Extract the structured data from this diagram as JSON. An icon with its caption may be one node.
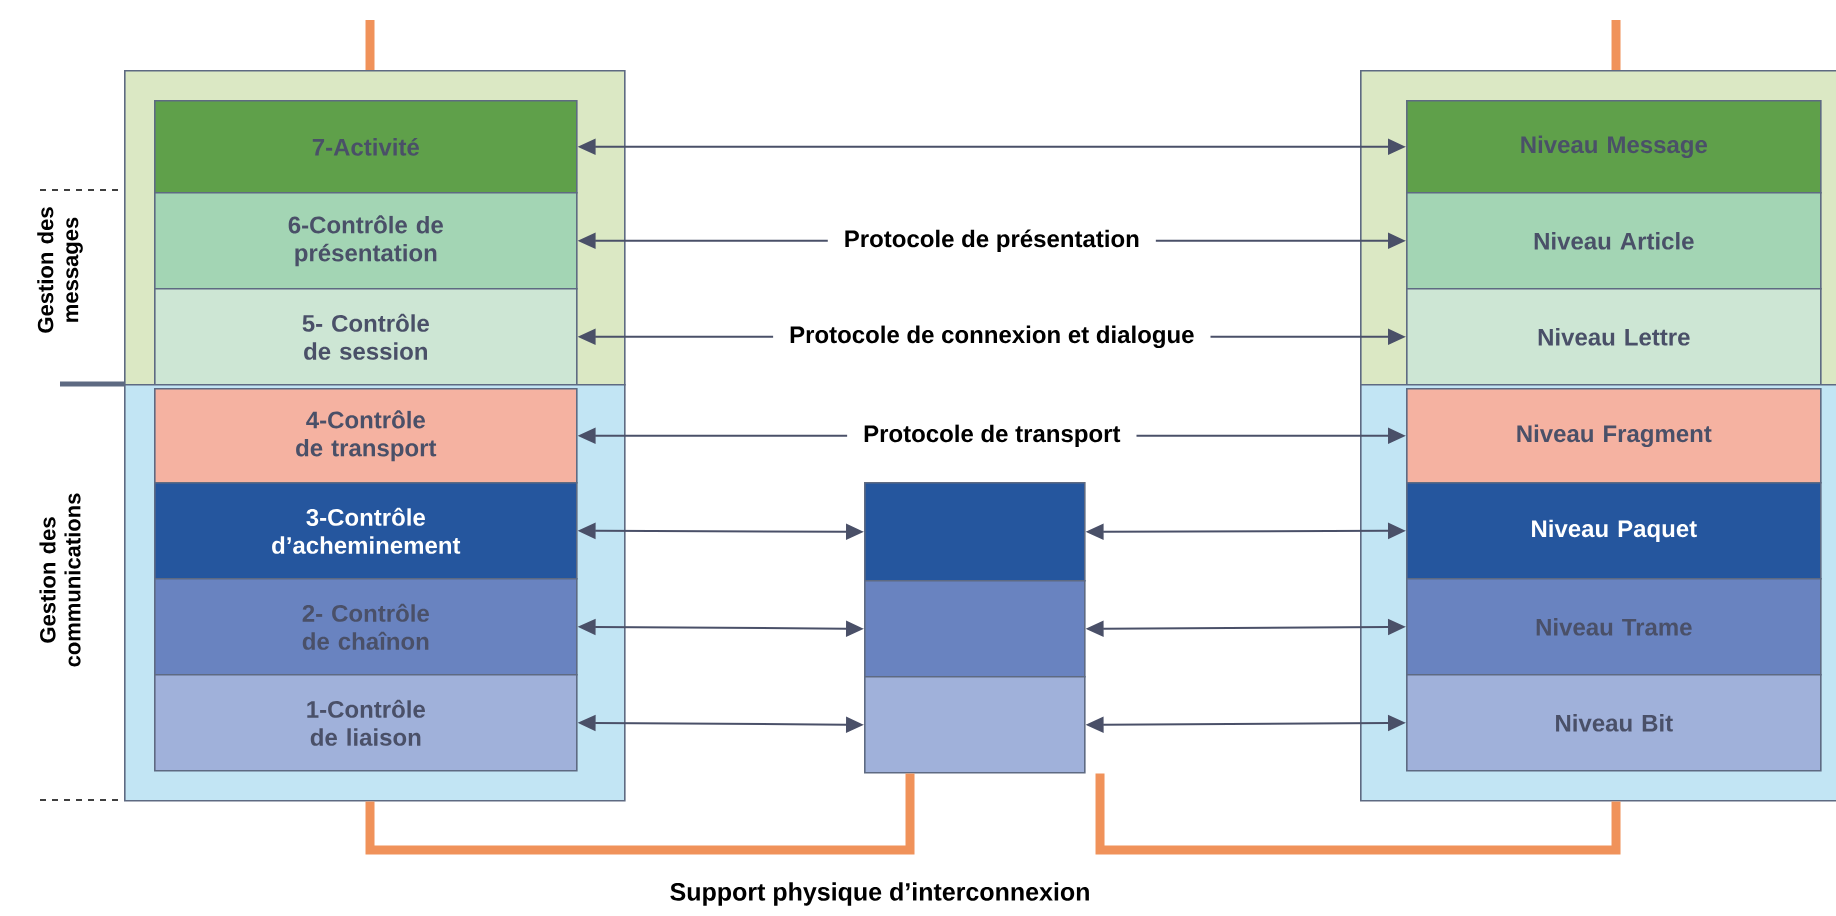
{
  "diagram": {
    "nodes": [
      {
        "text": [],
        "shape": "box"
      },
      {
        "text": [
          "7-Activité"
        ],
        "in": 0
      },
      {
        "text": [
          "6-Contrôle de présentation"
        ],
        "in": 0
      },
      {
        "text": [
          "5- Contrôle de session"
        ],
        "in": 0
      },
      {
        "text": [],
        "shape": "box"
      },
      {
        "text": [
          "4-Contrôle de transport"
        ],
        "in": 4
      },
      {
        "text": [
          "3-Contrôle d’acheminement"
        ],
        "in": 4
      },
      {
        "text": [
          "2- Contrôle de chaînon"
        ],
        "in": 4
      },
      {
        "text": [
          "1-Contrôle de liaison"
        ],
        "in": 4
      },
      {
        "text": [],
        "shape": "box"
      },
      {
        "text": [],
        "shape": "box"
      },
      {
        "text": [],
        "shape": "box"
      },
      {
        "text": [],
        "shape": "box"
      },
      {
        "text": [
          "Niveau Message"
        ],
        "in": 12
      },
      {
        "text": [
          "Niveau Article"
        ],
        "in": 12
      },
      {
        "text": [
          "Niveau Lettre"
        ],
        "in": 12
      },
      {
        "text": [],
        "shape": "box"
      },
      {
        "text": [
          "Niveau Fragment"
        ],
        "in": 16
      },
      {
        "text": [
          "Niveau Paquet"
        ],
        "in": 16
      },
      {
        "text": [
          "Niveau Trame"
        ],
        "in": 16
      },
      {
        "text": [
          "Niveau Bit"
        ],
        "in": 16
      }
    ],
    "edges": [
      {
        "from": 1,
        "to": 13,
        "arrow": "both"
      },
      {
        "from": 2,
        "to": 14,
        "arrow": "both",
        "label": "Protocole de présentation"
      },
      {
        "from": 3,
        "to": 15,
        "arrow": "both",
        "label": "Protocole de connexion et dialogue"
      },
      {
        "from": 5,
        "to": 17,
        "arrow": "both",
        "label": "Protocole de transport"
      },
      {
        "from": 6,
        "to": 9,
        "arrow": "both"
      },
      {
        "from": 9,
        "to": 18,
        "arrow": "both"
      },
      {
        "from": 7,
        "to": 10,
        "arrow": "both"
      },
      {
        "from": 10,
        "to": 19,
        "arrow": "both"
      },
      {
        "from": 8,
        "to": 11,
        "arrow": "both"
      },
      {
        "from": 11,
        "to": 20,
        "arrow": "both"
      },
      {
        "from": null,
        "to": 0,
        "arrow": "none",
        "style": "thick",
        "color": "#f0925a"
      },
      {
        "from": null,
        "to": 12,
        "arrow": "none",
        "style": "thick",
        "color": "#f0925a"
      },
      {
        "from": 4,
        "to": 11,
        "arrow": "none",
        "style": "thick",
        "color": "#f0925a"
      },
      {
        "from": 11,
        "to": 16,
        "arrow": "none",
        "style": "thick",
        "color": "#f0925a"
      }
    ],
    "labels": [
      "Gestion des messages",
      "Gestion des communications",
      "Support physique d’interconnexion"
    ]
  }
}
